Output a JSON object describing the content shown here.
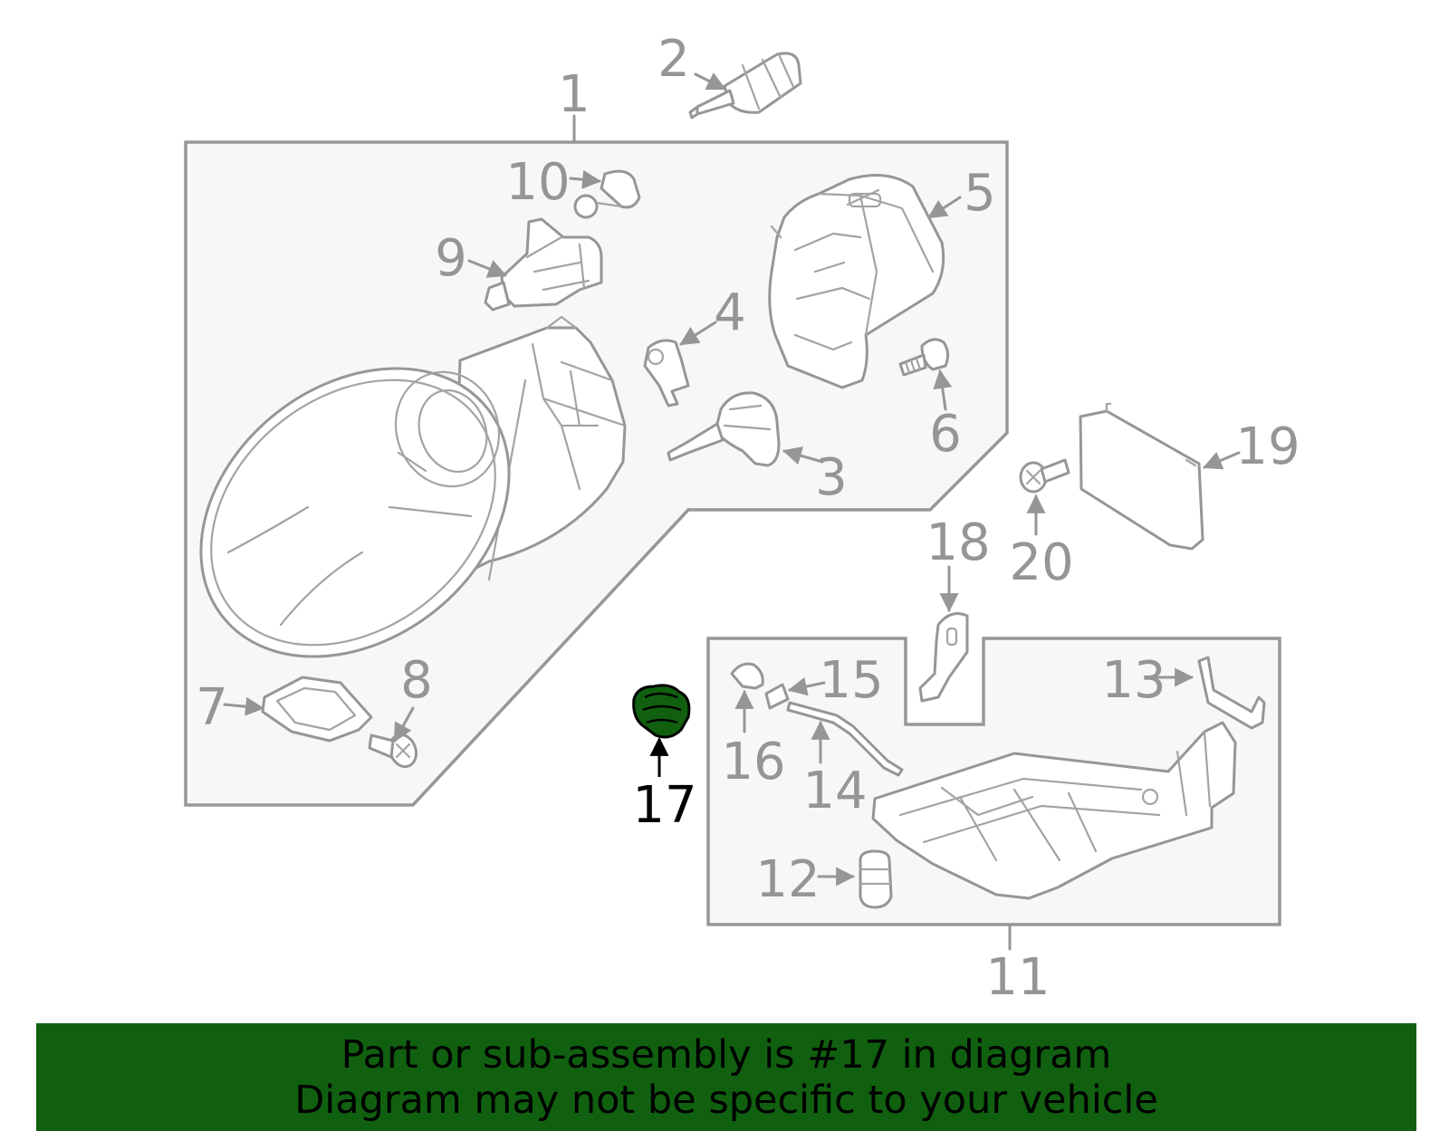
{
  "diagram": {
    "highlighted_part": "17",
    "highlight_color": "#106010",
    "line_color": "#969696",
    "callouts": [
      "1",
      "2",
      "3",
      "4",
      "5",
      "6",
      "7",
      "8",
      "9",
      "10",
      "11",
      "12",
      "13",
      "14",
      "15",
      "16",
      "17",
      "18",
      "19",
      "20"
    ]
  },
  "banner": {
    "line1": "Part or sub-assembly is #17 in diagram",
    "line2": "Diagram may not be specific to your vehicle",
    "background": "#106010"
  }
}
